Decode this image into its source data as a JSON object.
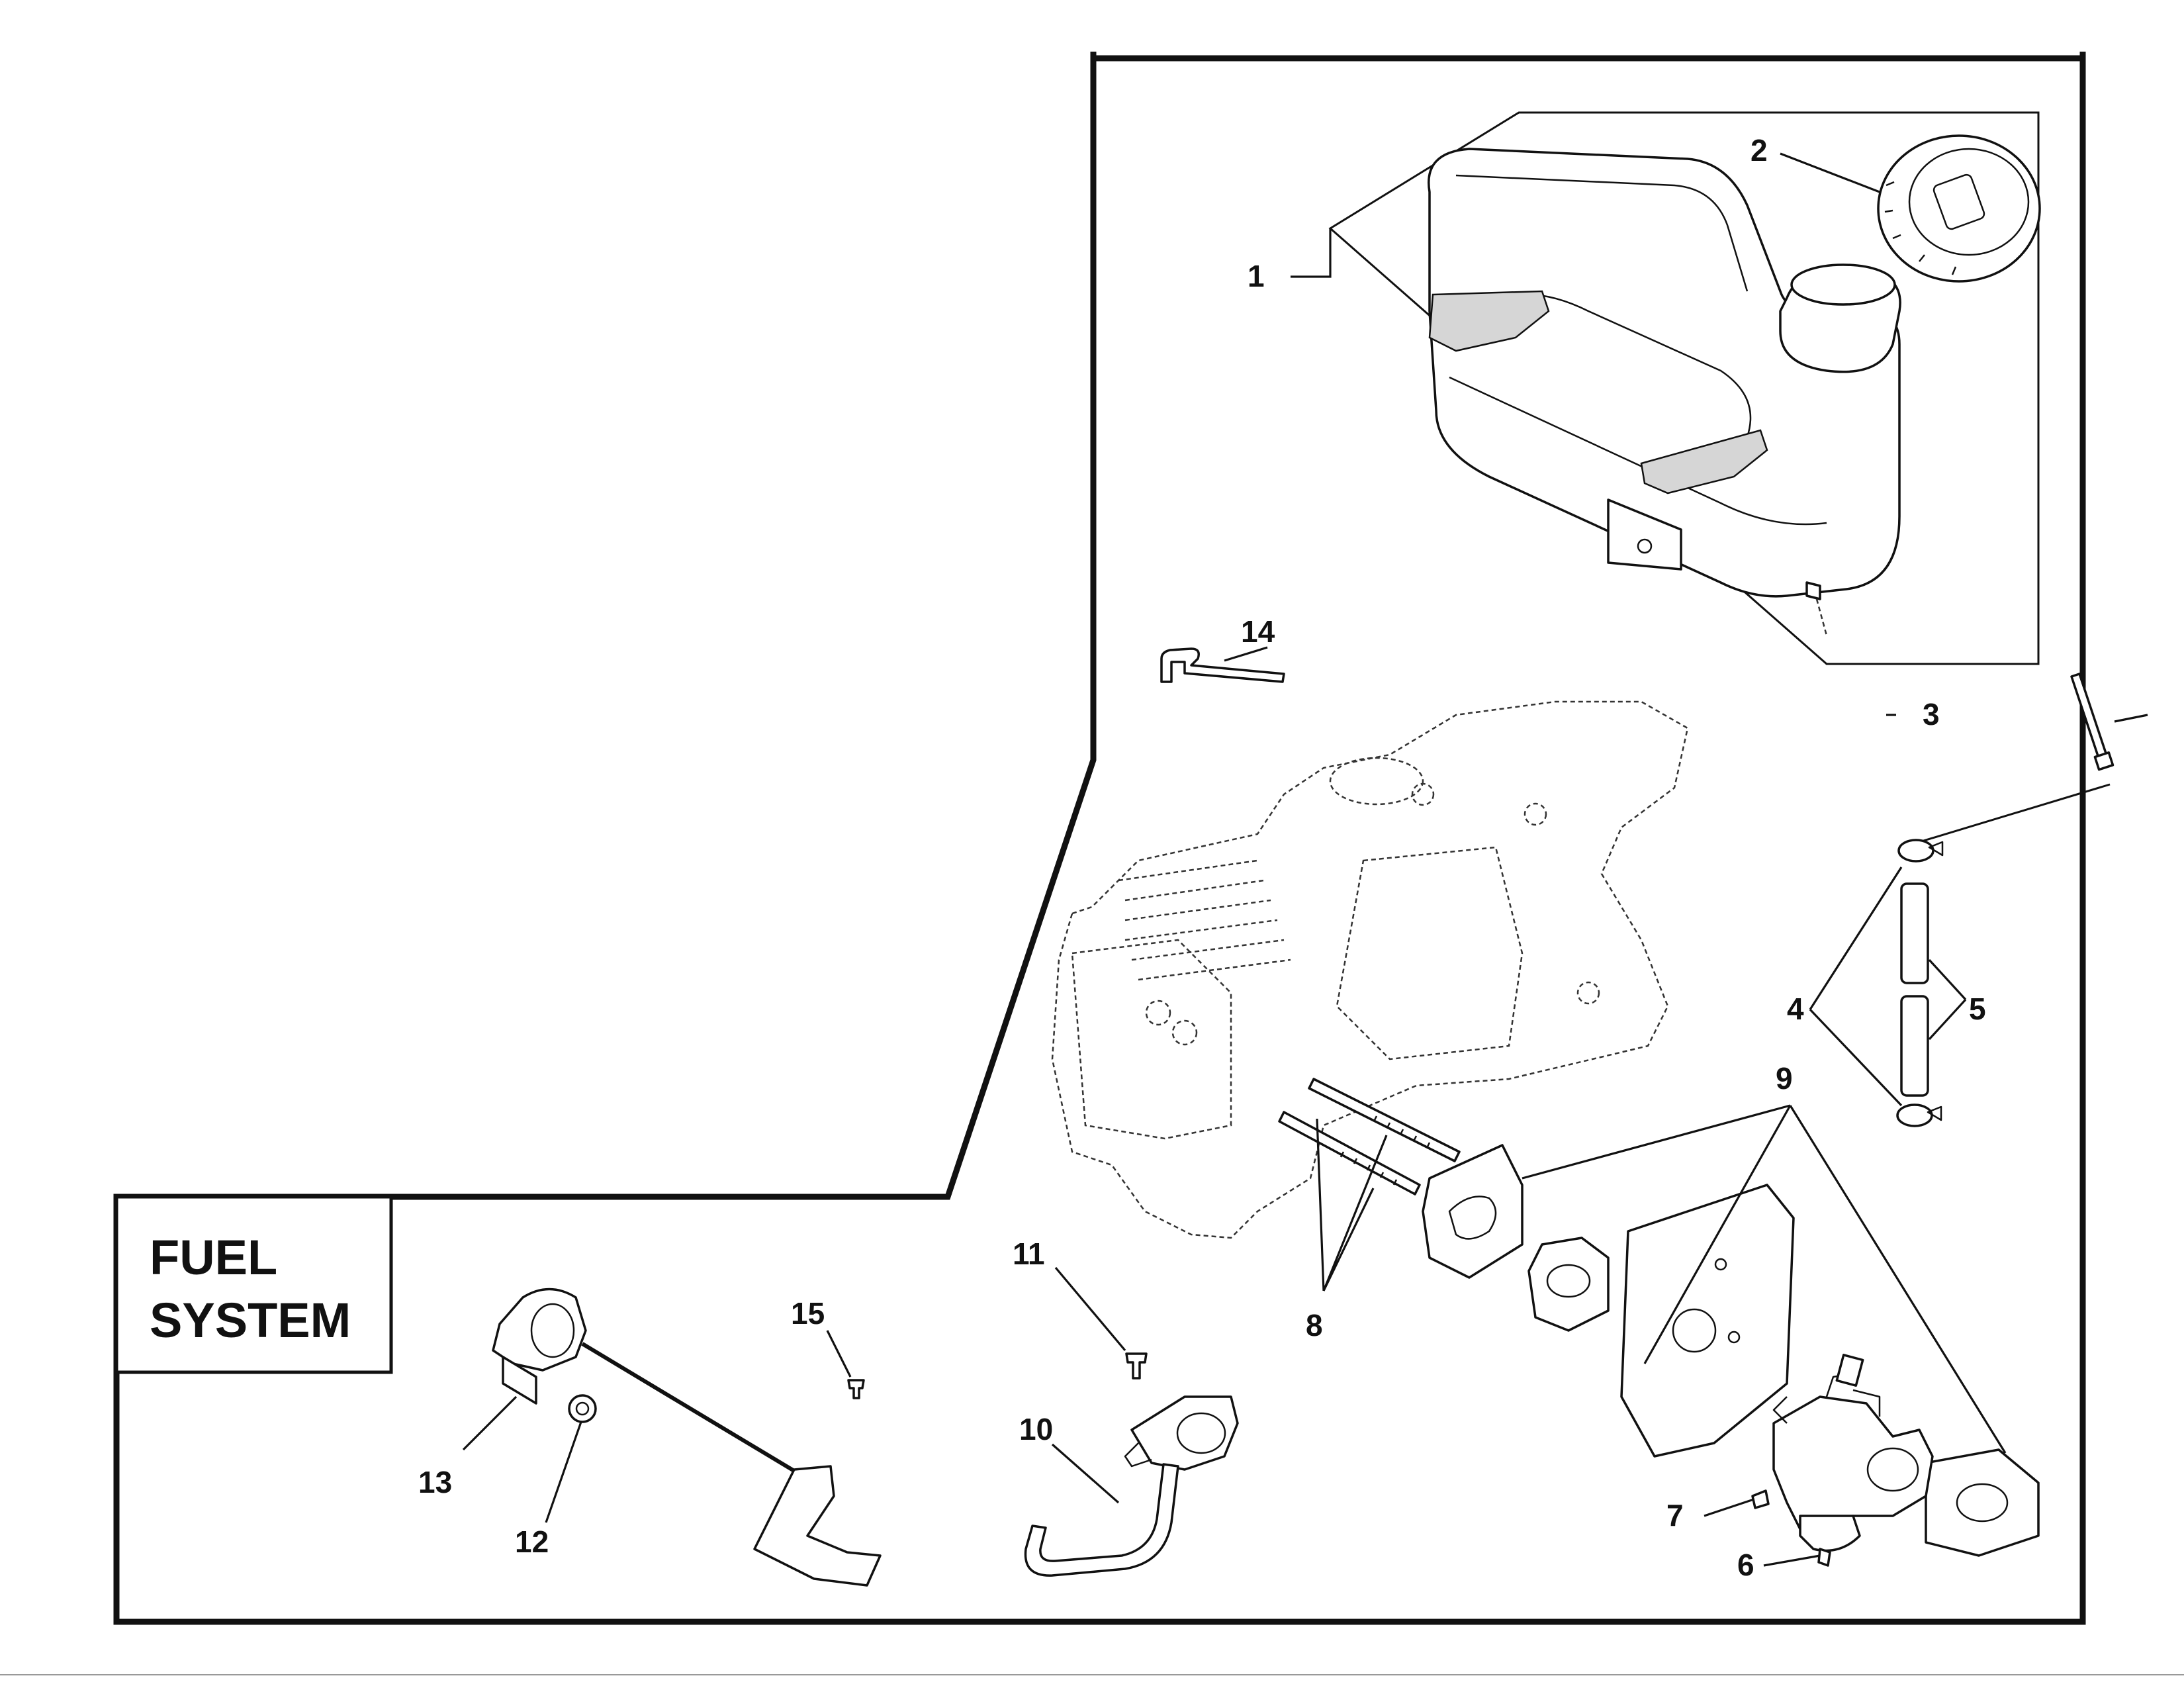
{
  "title": {
    "line1": "FUEL",
    "line2": "SYSTEM"
  },
  "callouts": [
    {
      "id": "1",
      "text": "1"
    },
    {
      "id": "2",
      "text": "2"
    },
    {
      "id": "3",
      "text": "3"
    },
    {
      "id": "4",
      "text": "4"
    },
    {
      "id": "5",
      "text": "5"
    },
    {
      "id": "6",
      "text": "6"
    },
    {
      "id": "7",
      "text": "7"
    },
    {
      "id": "8",
      "text": "8"
    },
    {
      "id": "9",
      "text": "9"
    },
    {
      "id": "10",
      "text": "10"
    },
    {
      "id": "11",
      "text": "11"
    },
    {
      "id": "12",
      "text": "12"
    },
    {
      "id": "13",
      "text": "13"
    },
    {
      "id": "14",
      "text": "14"
    },
    {
      "id": "15",
      "text": "15"
    }
  ]
}
